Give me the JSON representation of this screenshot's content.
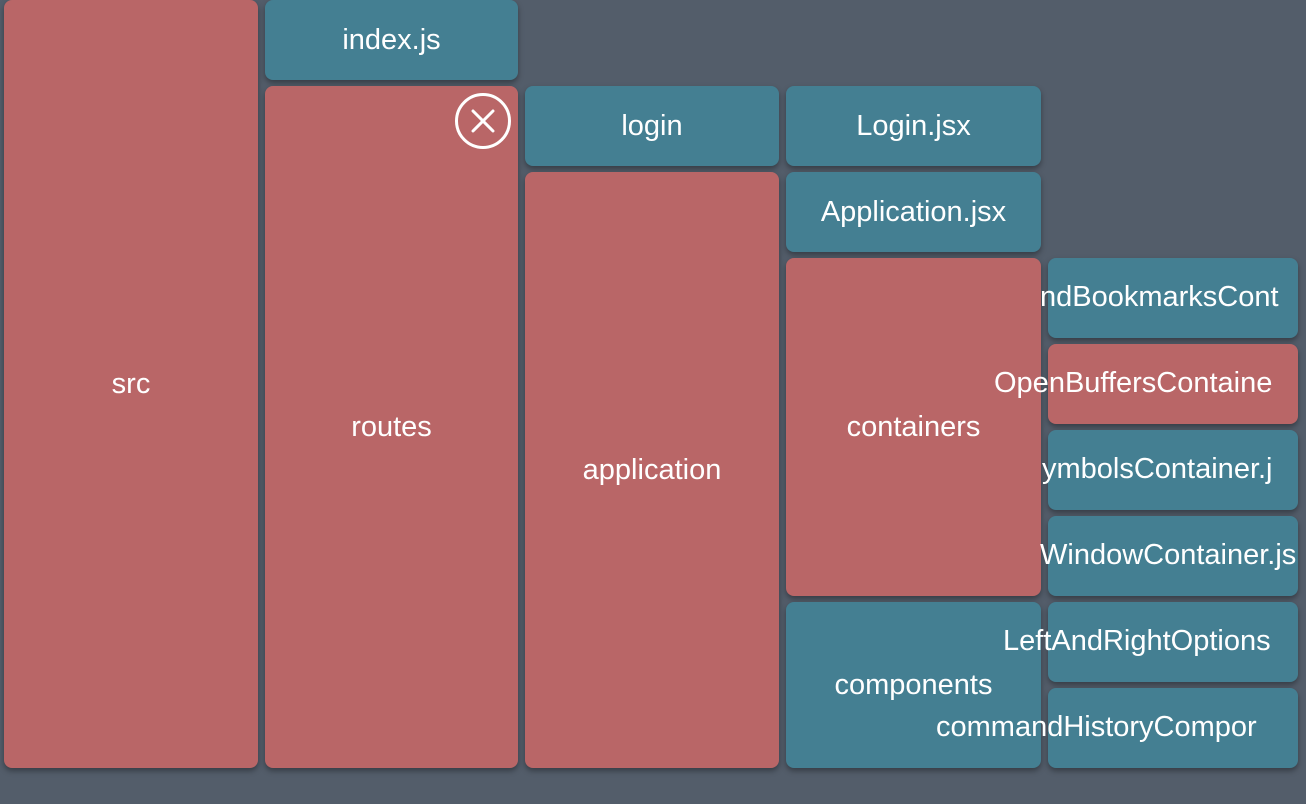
{
  "tree": {
    "src": "src",
    "index_js": "index.js",
    "routes": "routes",
    "login": "login",
    "application": "application",
    "login_jsx": "Login.jsx",
    "application_jsx": "Application.jsx",
    "containers": "containers",
    "components": "components",
    "items": {
      "bookmarks": "ndBookmarksCont",
      "open_buffers": "OpenBuffersContaine",
      "symbols": "ymbolsContainer.j",
      "window": "WindowContainer.js",
      "left_right": "LeftAndRightOptions",
      "command_history": "commandHistoryCompor"
    }
  },
  "icons": {
    "close": "close-circle-icon"
  },
  "colors": {
    "background": "#535d6a",
    "folder": "#b96667",
    "file": "#447f92"
  }
}
